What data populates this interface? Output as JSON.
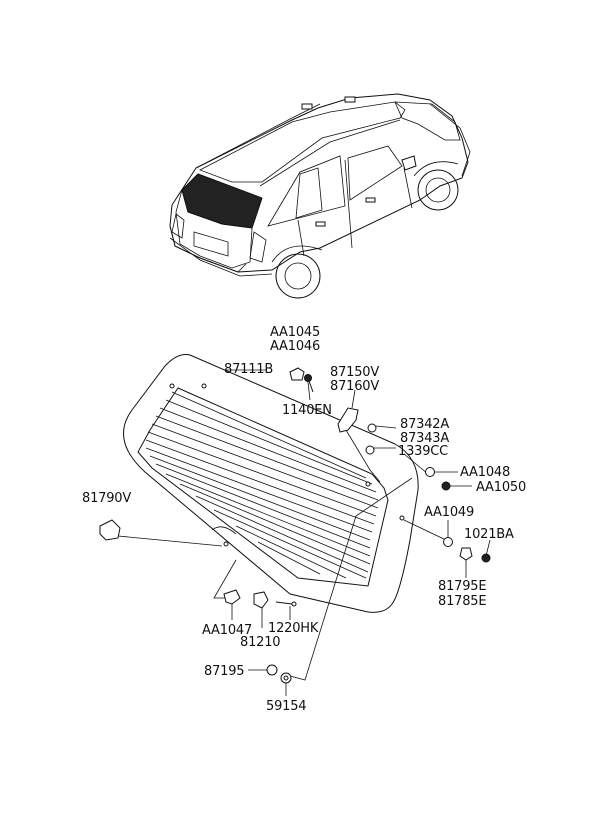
{
  "diagram": {
    "part_labels": {
      "aa1045": "AA1045",
      "aa1046": "AA1046",
      "p87111b": "87111B",
      "p87150v": "87150V",
      "p87160v": "87160V",
      "p1140en": "1140EN",
      "p87342a": "87342A",
      "p87343a": "87343A",
      "p1339cc": "1339CC",
      "aa1048": "AA1048",
      "aa1050": "AA1050",
      "p81790v": "81790V",
      "aa1049": "AA1049",
      "p1021ba": "1021BA",
      "p81795e": "81795E",
      "p81785e": "81785E",
      "aa1047": "AA1047",
      "p81210": "81210",
      "p1220hk": "1220HK",
      "p87195": "87195",
      "p59154": "59154"
    }
  }
}
